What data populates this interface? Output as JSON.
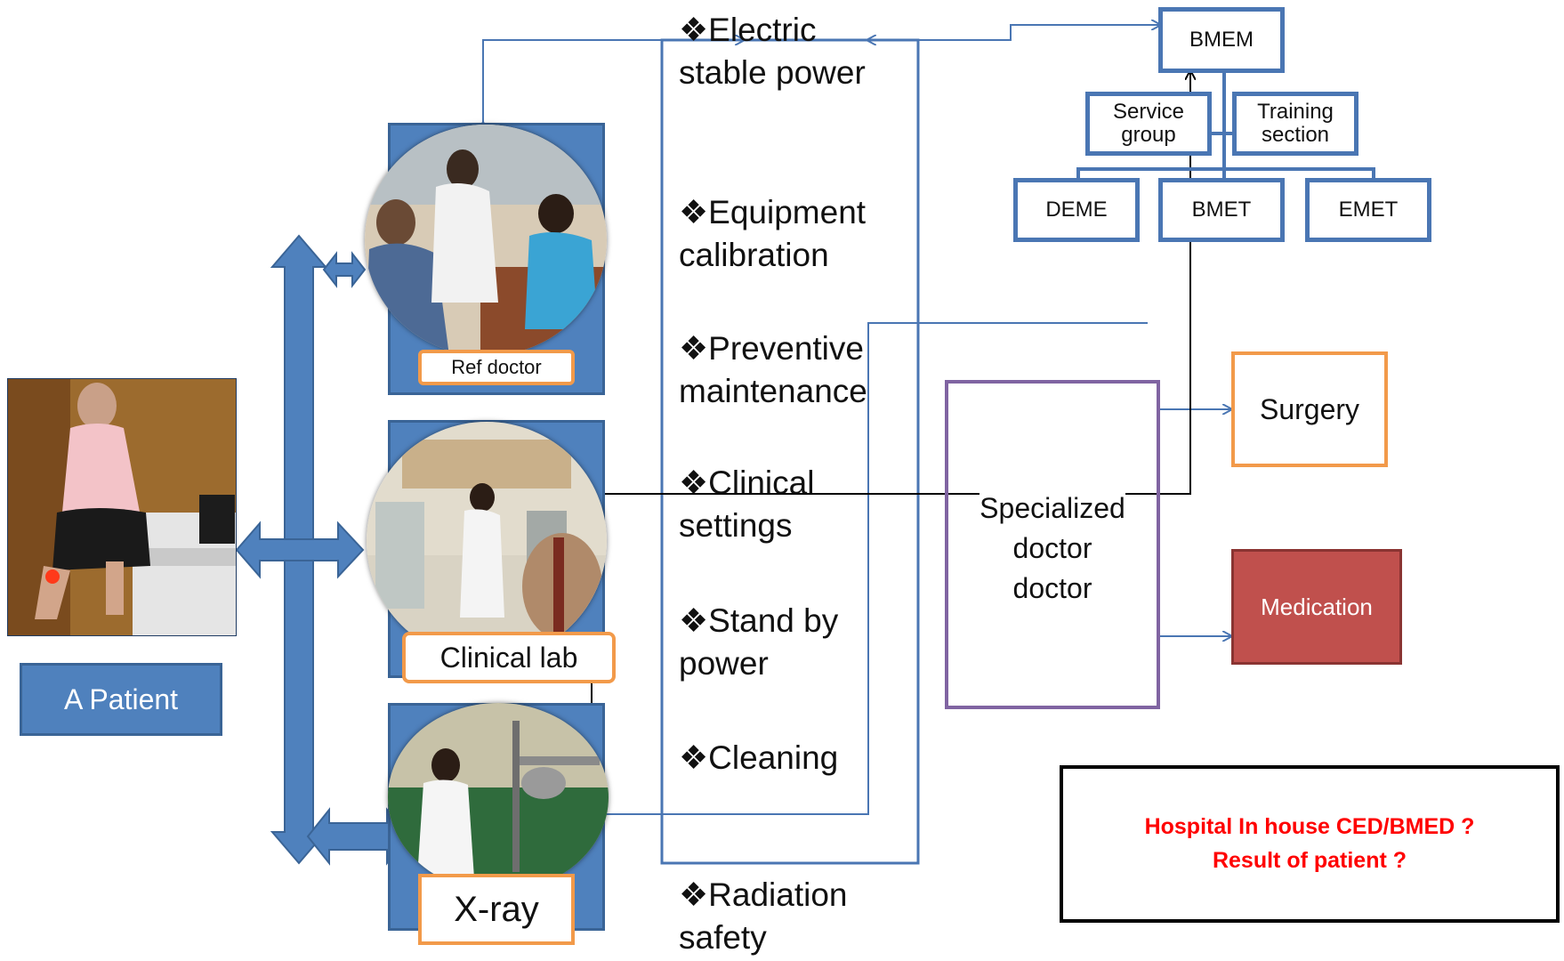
{
  "services": [
    {
      "bullet": "❖",
      "line1": "Electric",
      "line2": "stable power"
    },
    {
      "bullet": "❖",
      "line1": "Equipment",
      "line2": "calibration"
    },
    {
      "bullet": "❖",
      "line1": "Preventive",
      "line2": "maintenance"
    },
    {
      "bullet": "❖",
      "line1": "Clinical",
      "line2": "settings"
    },
    {
      "bullet": "❖",
      "line1": "Stand by",
      "line2": "power"
    },
    {
      "bullet": "❖",
      "line1": "Cleaning",
      "line2": ""
    },
    {
      "bullet": "❖",
      "line1": "Radiation",
      "line2": "safety"
    }
  ],
  "org": {
    "bmem": "BMEM",
    "service_group": [
      "Service",
      "group"
    ],
    "training_section": [
      "Training",
      "section"
    ],
    "deme": "DEME",
    "bmet": "BMET",
    "emet": "EMET"
  },
  "departments": {
    "ref_doctor": "Ref doctor",
    "clinical_lab": "Clinical lab",
    "xray": "X-ray"
  },
  "patient": {
    "label": "A Patient"
  },
  "specialized": [
    "Specialized",
    "doctor",
    "doctor"
  ],
  "outcomes": {
    "surgery": "Surgery",
    "medication": "Medication"
  },
  "question": [
    "Hospital In house CED/BMED ?",
    "Result of patient ?"
  ],
  "colors": {
    "blue": "#4a76b3",
    "orange": "#f29a4a",
    "purple": "#8064a2",
    "medication_fill": "#c0504d",
    "question_text": "#ff0000"
  }
}
